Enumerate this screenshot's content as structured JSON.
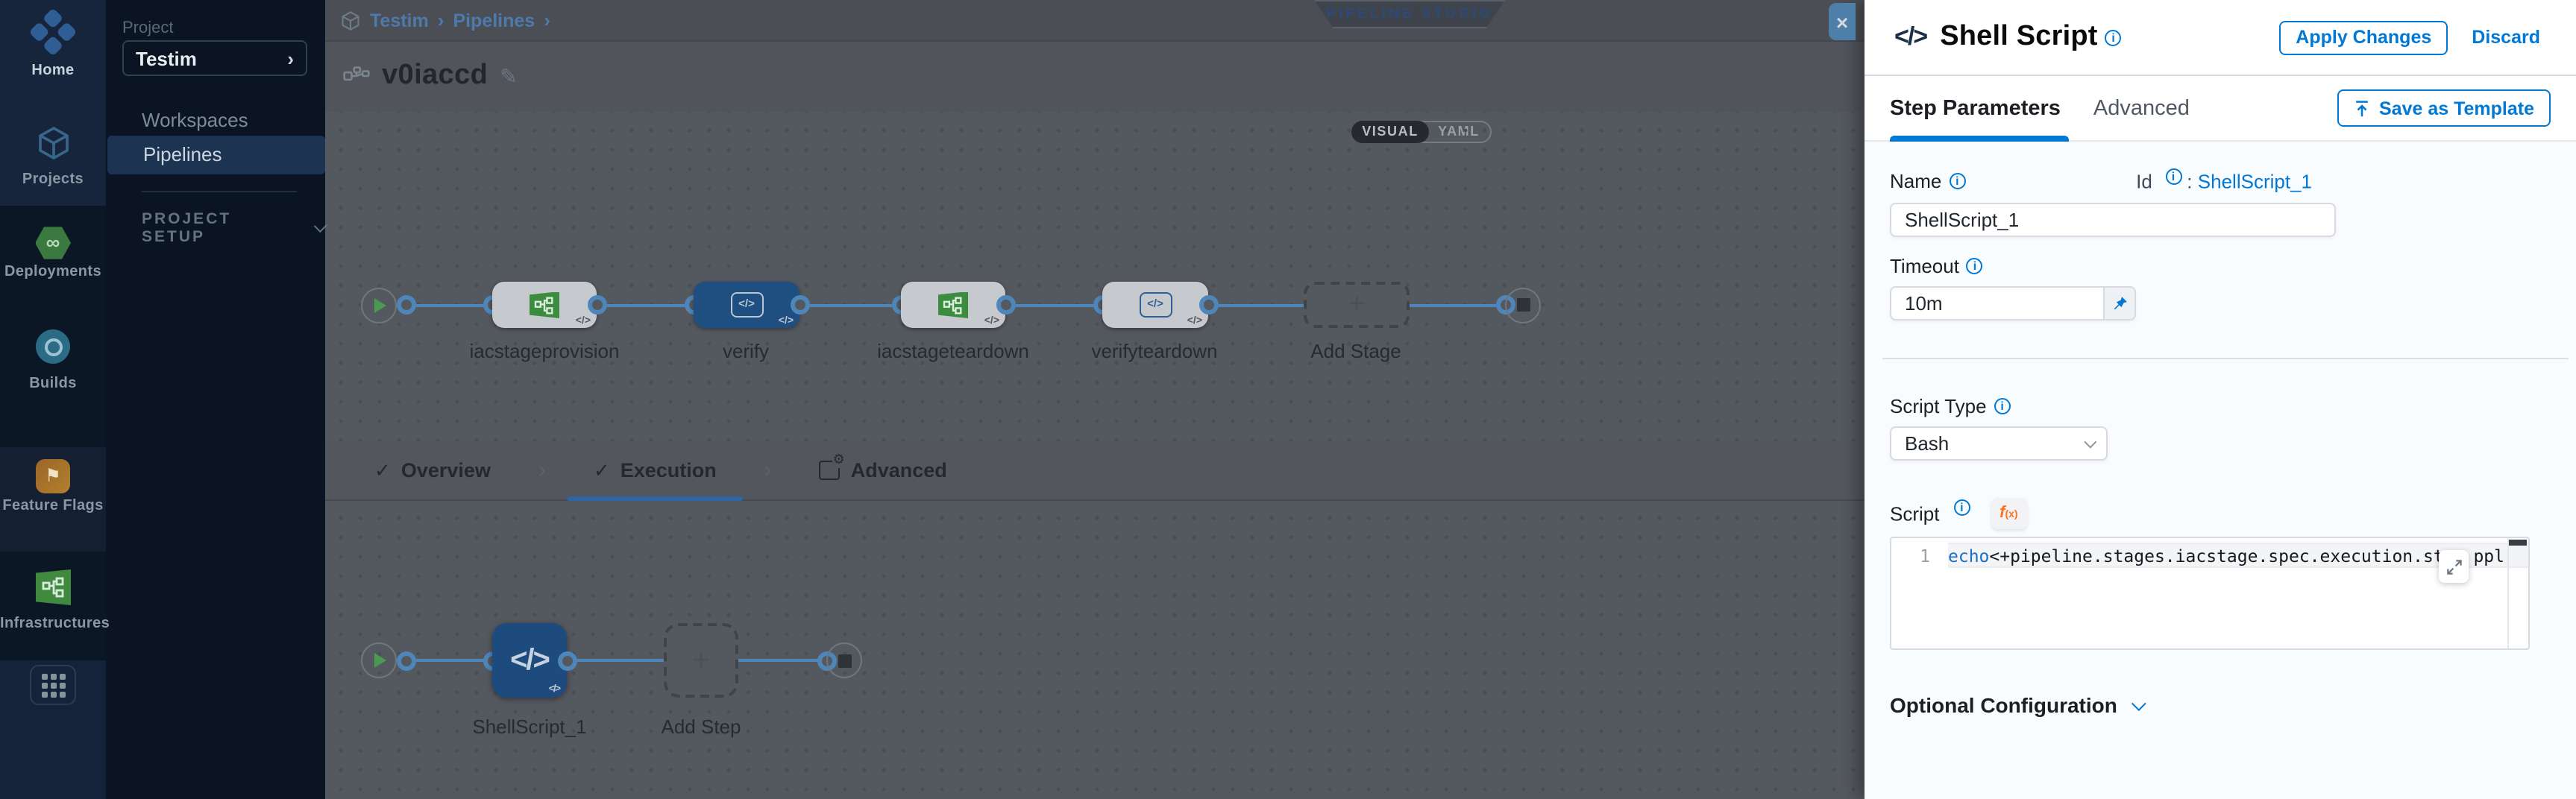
{
  "colors": {
    "accent": "#0278d5",
    "selected_node": "#1d4b7d",
    "connector": "#4e86ba"
  },
  "icons": {
    "chevron": "›",
    "check": "✓",
    "plus": "+",
    "close": "×",
    "pencil": "✎",
    "infinity": "∞",
    "flag": "⚑",
    "code": "</>",
    "mini_code": "</>"
  },
  "nav": {
    "items": [
      {
        "label": "Home"
      },
      {
        "label": "Projects"
      },
      {
        "label": "Deployments"
      },
      {
        "label": "Builds"
      },
      {
        "label": "Feature Flags"
      },
      {
        "label": "Infrastructures"
      }
    ]
  },
  "project_sidebar": {
    "section_label": "Project",
    "project_name": "Testim",
    "items": [
      {
        "label": "Workspaces"
      },
      {
        "label": "Pipelines"
      }
    ],
    "setup_label": "PROJECT SETUP"
  },
  "header": {
    "breadcrumb": {
      "crumb1": "Testim",
      "crumb2": "Pipelines"
    },
    "badge": "PIPELINE STUDIO",
    "pipeline_name": "v0iaccd",
    "toggle": {
      "visual": "VISUAL",
      "yaml": "YAML"
    }
  },
  "canvas": {
    "stages": [
      {
        "label": "iacstageprovision",
        "type": "infra"
      },
      {
        "label": "verify",
        "type": "custom",
        "selected": true
      },
      {
        "label": "iacstageteardown",
        "type": "infra"
      },
      {
        "label": "verifyteardown",
        "type": "custom"
      }
    ],
    "add_stage_label": "Add Stage",
    "tabs": [
      {
        "label": "Overview"
      },
      {
        "label": "Execution",
        "active": true
      },
      {
        "label": "Advanced"
      }
    ],
    "steps": [
      {
        "label": "ShellScript_1"
      }
    ],
    "add_step_label": "Add Step"
  },
  "panel": {
    "title": "Shell Script",
    "apply_label": "Apply Changes",
    "discard_label": "Discard",
    "tabs": {
      "step_parameters": "Step Parameters",
      "advanced": "Advanced"
    },
    "save_template_label": "Save as Template",
    "fields": {
      "name_label": "Name",
      "id_label": "Id",
      "id_separator": ":",
      "id_value": "ShellScript_1",
      "name_value": "ShellScript_1",
      "timeout_label": "Timeout",
      "timeout_value": "10m",
      "script_type_label": "Script Type",
      "script_type_value": "Bash",
      "script_label": "Script",
      "fx_label": "f",
      "fx_sub": "(x)",
      "code_line_number": "1",
      "code_keyword": "echo",
      "code_text": " <+pipeline.stages.iacstage.spec.execution.step",
      "code_tail": "ppl"
    },
    "optional_config_label": "Optional Configuration"
  }
}
